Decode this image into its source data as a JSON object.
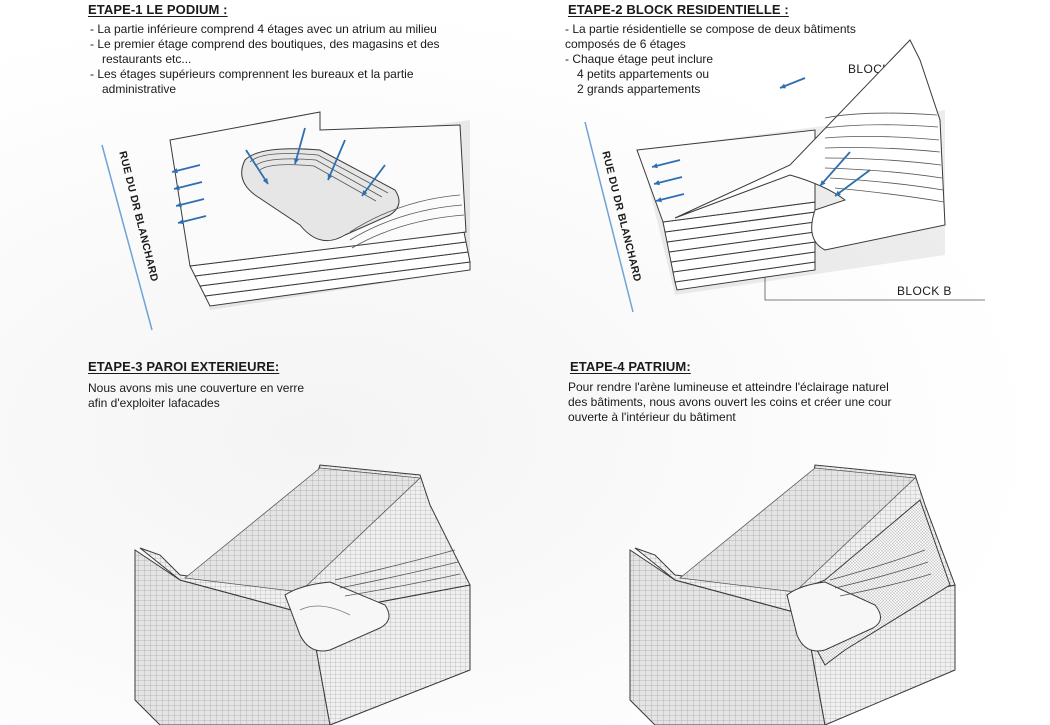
{
  "steps": [
    {
      "title": "ETAPE-1 LE PODIUM :",
      "lines": [
        "- La partie inférieure comprend 4 étages avec un atrium au milieu",
        "- Le premier étage comprend des boutiques, des magasins et des",
        "  restaurants etc...",
        "- Les étages supérieurs comprennent les bureaux et la partie",
        "  administrative"
      ],
      "street_label": "RUE DU DR BLANCHARD"
    },
    {
      "title": "ETAPE-2 BLOCK RESIDENTIELLE :",
      "lines": [
        "- La partie résidentielle se compose de deux bâtiments",
        "  composés de 6 étages",
        "- Chaque étage peut inclure",
        "    4 petits appartements ou",
        "    2 grands appartements"
      ],
      "street_label": "RUE DU DR BLANCHARD",
      "block_a": "BLOCK A",
      "block_b": "BLOCK B"
    },
    {
      "title": "ETAPE-3 PAROI EXTERIEURE:",
      "lines": [
        "Nous avons mis une couverture en verre",
        "afin d'exploiter lafacades"
      ]
    },
    {
      "title": "ETAPE-4 PATRIUM:",
      "lines": [
        "Pour rendre l'arène lumineuse et atteindre l'éclairage naturel",
        "des bâtiments, nous avons ouvert les coins et  créer une cour",
        "ouverte à l'intérieur du bâtiment"
      ]
    }
  ],
  "colors": {
    "arrow": "#2f6fb0",
    "street_line": "#6fa3d8",
    "text": "#1a1a1a",
    "slab": "#ffffff",
    "slab_edge": "#3a3a3a",
    "facade": "#d9d9d9"
  }
}
